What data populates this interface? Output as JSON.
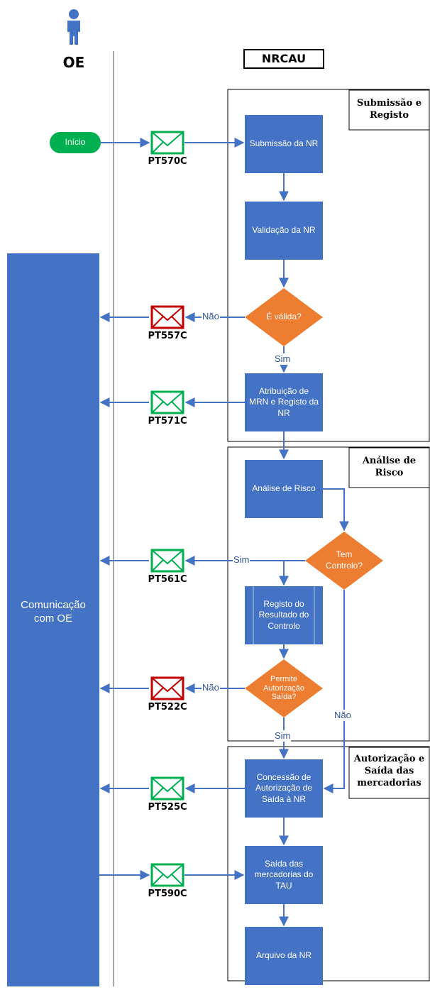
{
  "lane": {
    "actor_label": "OE",
    "system_label": "NRCAU"
  },
  "colors": {
    "process_blue": "#4472C4",
    "connector_blue": "#4472C4",
    "decision_orange": "#ED7D31",
    "start_green": "#00B050",
    "envelope_green": "#00B050",
    "envelope_red": "#C00000"
  },
  "sections": {
    "s1": "Submissão e Registo",
    "s2": "Análise de Risco",
    "s3": "Autorização e Saída das mercadorias"
  },
  "nodes": {
    "start": "Início",
    "comm": "Comunicação com OE",
    "p_submissao": "Submissão da NR",
    "p_validacao": "Validação da NR",
    "d_valida": "É válida?",
    "p_atribuicao": "Atribuição de MRN e Registo da NR",
    "p_analise": "Análise de Risco",
    "d_controlo": "Tem Controlo?",
    "p_registo": "Registo do Resultado do Controlo",
    "d_permite": "Permite Autorização Saída?",
    "p_concessao": "Concessão de Autorização de Saída à NR",
    "p_saida": "Saída das mercadorias do TAU",
    "p_arquivo": "Arquivo da NR"
  },
  "messages": {
    "m570": "PT570C",
    "m557": "PT557C",
    "m571": "PT571C",
    "m561": "PT561C",
    "m522": "PT522C",
    "m525": "PT525C",
    "m590": "PT590C"
  },
  "edge_labels": {
    "nao1": "Não",
    "sim1": "Sim",
    "sim2": "Sim",
    "nao2": "Não",
    "sim3": "Sim",
    "nao3": "Não"
  }
}
